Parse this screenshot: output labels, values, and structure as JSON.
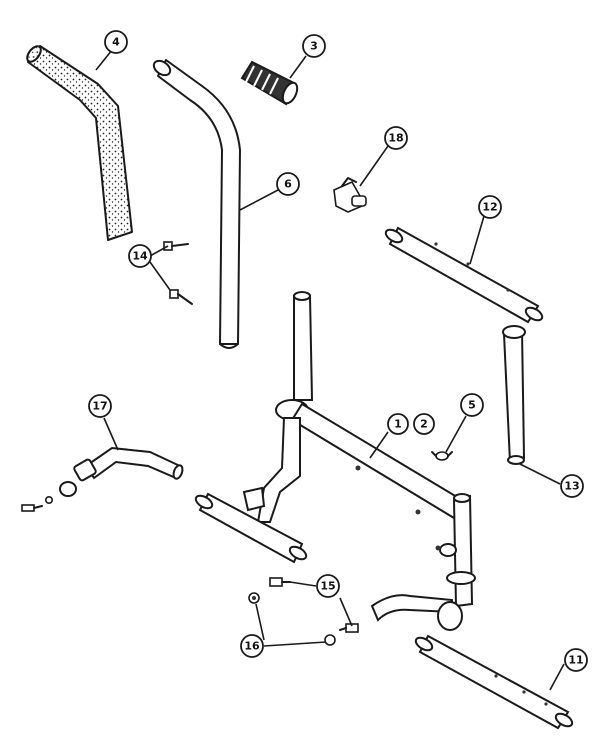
{
  "callouts": [
    {
      "id": "c4",
      "label": "4"
    },
    {
      "id": "c3",
      "label": "3"
    },
    {
      "id": "c18",
      "label": "18"
    },
    {
      "id": "c6",
      "label": "6"
    },
    {
      "id": "c12",
      "label": "12"
    },
    {
      "id": "c14",
      "label": "14"
    },
    {
      "id": "c17",
      "label": "17"
    },
    {
      "id": "c1",
      "label": "1"
    },
    {
      "id": "c2",
      "label": "2"
    },
    {
      "id": "c5",
      "label": "5"
    },
    {
      "id": "c13",
      "label": "13"
    },
    {
      "id": "c15",
      "label": "15"
    },
    {
      "id": "c16",
      "label": "16"
    },
    {
      "id": "c11",
      "label": "11"
    }
  ]
}
